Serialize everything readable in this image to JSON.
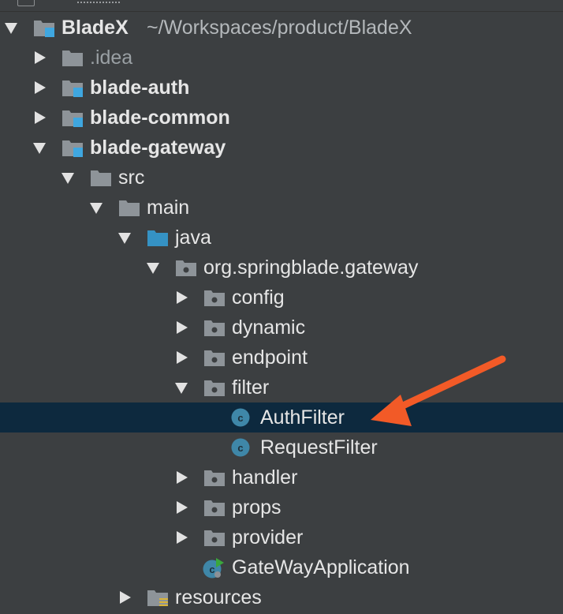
{
  "project": {
    "name": "BladeX",
    "path": "~/Workspaces/product/BladeX"
  },
  "colors": {
    "background": "#3c3f41",
    "selection": "#0d293e",
    "text": "#e6e6e6",
    "dim_text": "#9aa0a4",
    "folder": "#8e9499",
    "source_folder": "#3592c4",
    "module_marker": "#3fa7e0",
    "class_icon": "#3f87a8",
    "run_marker": "#3aa83c",
    "annotation_arrow": "#f25a27"
  },
  "tree": [
    {
      "label": "BladeX",
      "icon": "module-folder-icon",
      "expanded": true,
      "bold": true
    },
    {
      "label": ".idea",
      "icon": "folder-icon",
      "expanded": false,
      "dim": true
    },
    {
      "label": "blade-auth",
      "icon": "module-folder-icon",
      "expanded": false,
      "bold": true
    },
    {
      "label": "blade-common",
      "icon": "module-folder-icon",
      "expanded": false,
      "bold": true
    },
    {
      "label": "blade-gateway",
      "icon": "module-folder-icon",
      "expanded": true,
      "bold": true
    },
    {
      "label": "src",
      "icon": "folder-icon",
      "expanded": true
    },
    {
      "label": "main",
      "icon": "folder-icon",
      "expanded": true
    },
    {
      "label": "java",
      "icon": "source-folder-icon",
      "expanded": true
    },
    {
      "label": "org.springblade.gateway",
      "icon": "package-icon",
      "expanded": true
    },
    {
      "label": "config",
      "icon": "package-icon",
      "expanded": false
    },
    {
      "label": "dynamic",
      "icon": "package-icon",
      "expanded": false
    },
    {
      "label": "endpoint",
      "icon": "package-icon",
      "expanded": false
    },
    {
      "label": "filter",
      "icon": "package-icon",
      "expanded": true
    },
    {
      "label": "AuthFilter",
      "icon": "class-icon",
      "selected": true
    },
    {
      "label": "RequestFilter",
      "icon": "class-icon"
    },
    {
      "label": "handler",
      "icon": "package-icon",
      "expanded": false
    },
    {
      "label": "props",
      "icon": "package-icon",
      "expanded": false
    },
    {
      "label": "provider",
      "icon": "package-icon",
      "expanded": false
    },
    {
      "label": "GateWayApplication",
      "icon": "spring-boot-app-icon"
    },
    {
      "label": "resources",
      "icon": "resources-folder-icon",
      "expanded": false
    }
  ]
}
